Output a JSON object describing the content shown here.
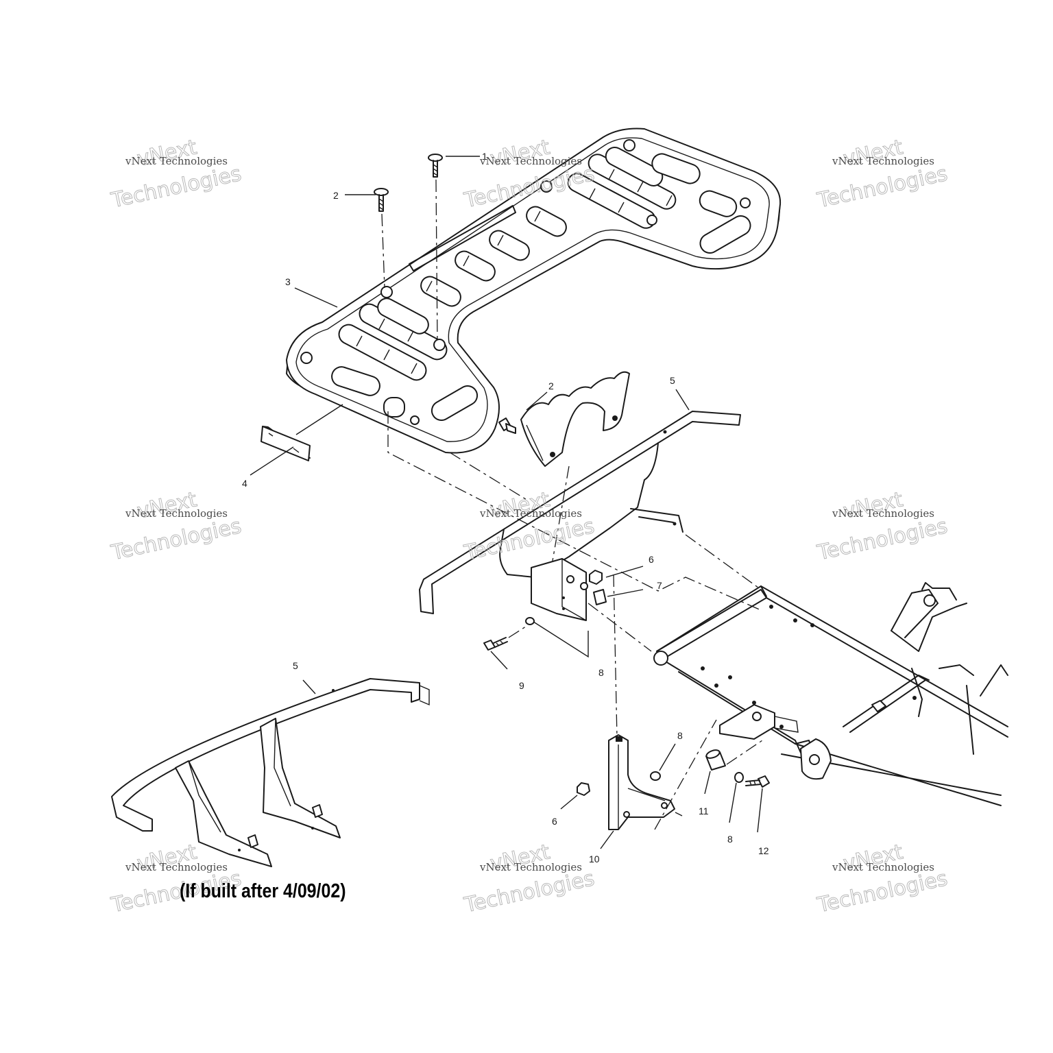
{
  "diagram": {
    "callouts": {
      "c1": "1",
      "c2a": "2",
      "c2b": "2",
      "c3": "3",
      "c4": "4",
      "c5a": "5",
      "c5b": "5",
      "c6a": "6",
      "c6b": "6",
      "c7": "7",
      "c8a": "8",
      "c8b": "8",
      "c8c": "8",
      "c9": "9",
      "c10": "10",
      "c11": "11",
      "c12": "12"
    },
    "note": "(If built after 4/09/02)"
  },
  "watermark": {
    "small": "vNext Technologies",
    "big_line1": "vNext",
    "big_line2": "Technologies"
  },
  "colors": {
    "ink": "#1a1a1a",
    "watermark_text": "#4a4a4a",
    "watermark_outline": "#b8b8b8",
    "background": "#ffffff"
  }
}
